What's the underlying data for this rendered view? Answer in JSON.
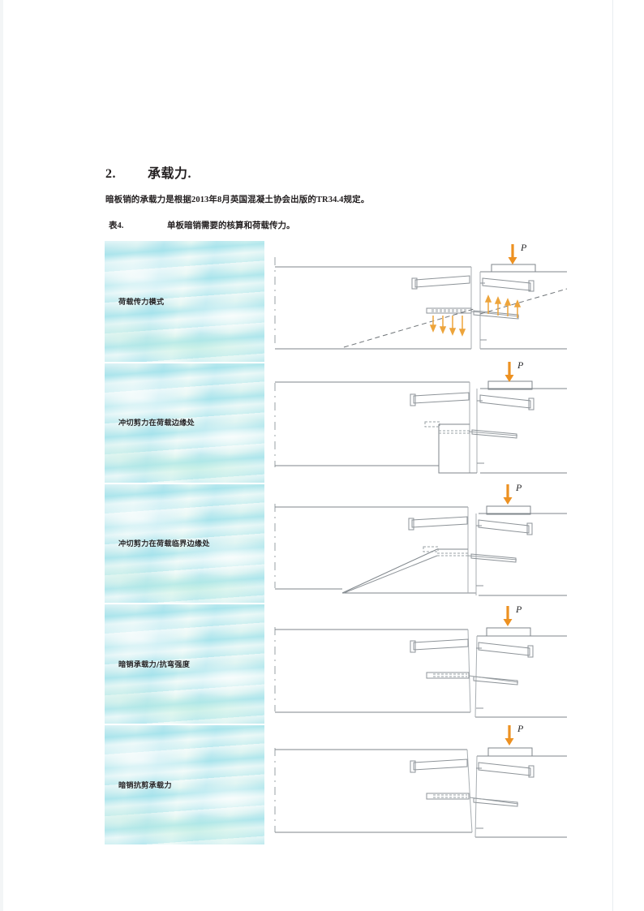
{
  "document": {
    "section": {
      "number": "2.",
      "title": "承载力."
    },
    "paragraph": "暗板销的承载力是根据2013年8月英国混凝土协会出版的TR34.4规定。",
    "table_caption": {
      "label": "表4.",
      "text": "单板暗销需要的核算和荷载传力。"
    }
  },
  "table": {
    "rows": [
      {
        "label": "荷载传力模式",
        "figure": {
          "load_label": "P",
          "has_load_arrow": true,
          "has_dashed_strut": true,
          "has_up_arrows": true,
          "has_down_arrows": true,
          "has_step": false,
          "has_ramp": false
        }
      },
      {
        "label": "冲切剪力在荷载边缘处",
        "figure": {
          "load_label": "P",
          "has_load_arrow": true,
          "has_dashed_strut": false,
          "has_up_arrows": false,
          "has_down_arrows": false,
          "has_step": true,
          "has_ramp": false
        }
      },
      {
        "label": "冲切剪力在荷载临界边缘处",
        "figure": {
          "load_label": "P",
          "has_load_arrow": true,
          "has_dashed_strut": false,
          "has_up_arrows": false,
          "has_down_arrows": false,
          "has_step": false,
          "has_ramp": true
        }
      },
      {
        "label": "暗销承载力/抗弯强度",
        "figure": {
          "load_label": "P",
          "has_load_arrow": true,
          "has_dashed_strut": false,
          "has_up_arrows": false,
          "has_down_arrows": false,
          "has_step": false,
          "has_ramp": false
        }
      },
      {
        "label": "暗销抗剪承载力",
        "figure": {
          "load_label": "P",
          "has_load_arrow": true,
          "has_dashed_strut": false,
          "has_up_arrows": false,
          "has_down_arrows": false,
          "has_step": false,
          "has_ramp": false
        }
      }
    ]
  },
  "colors": {
    "arrow_orange": "#ED9121",
    "line_gray": "#8a8f94",
    "wash_cyan": "#bfe9ef",
    "text_black": "#231f20"
  }
}
